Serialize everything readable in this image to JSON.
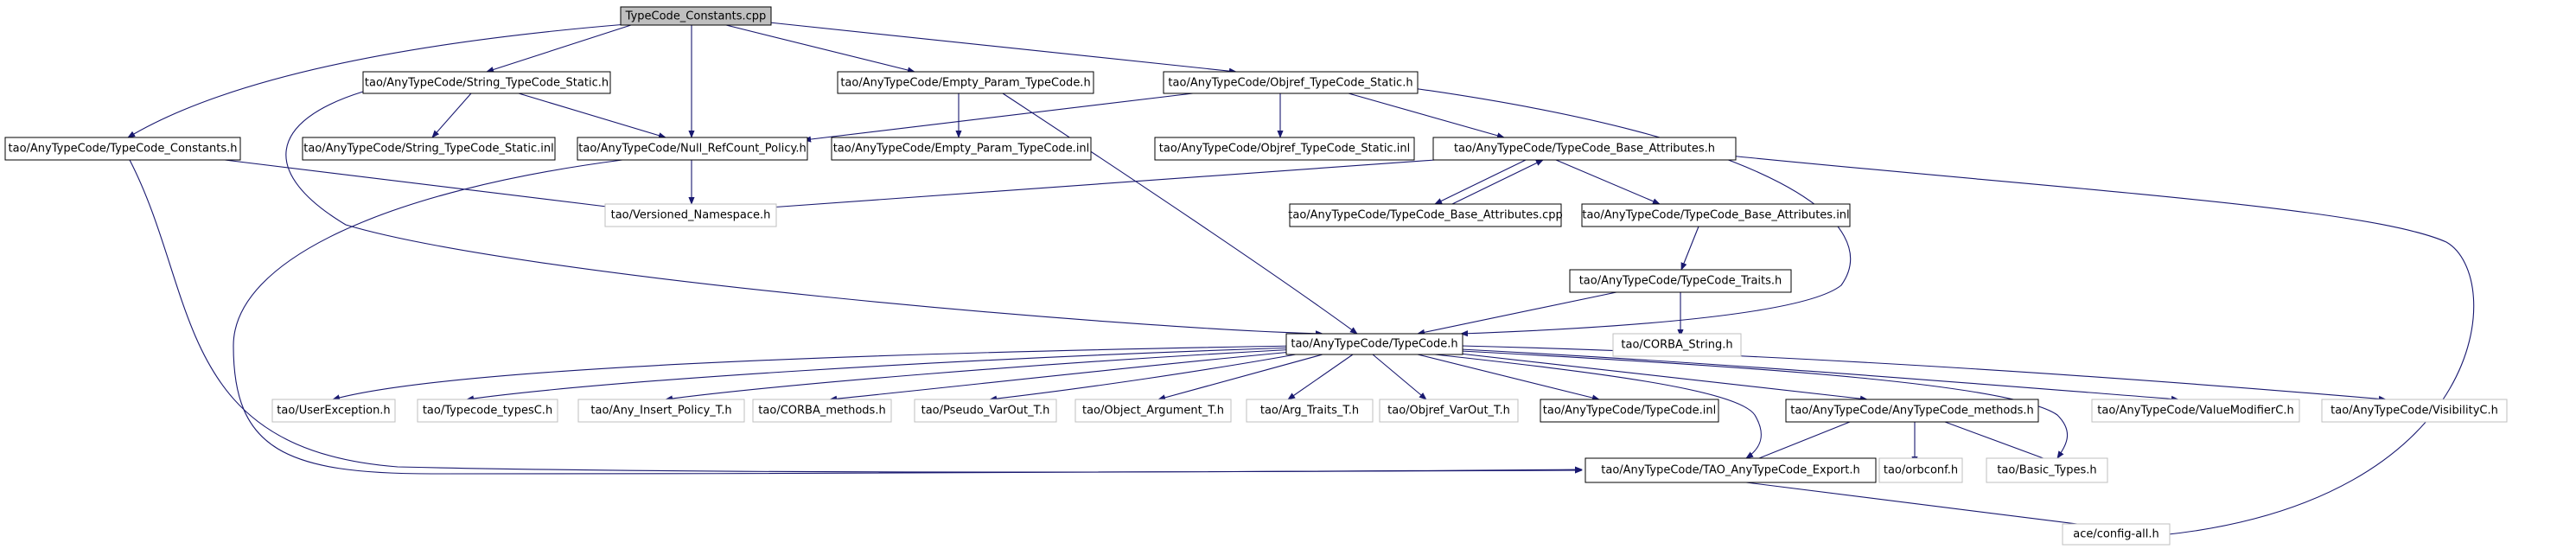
{
  "colors": {
    "edge": "#191970",
    "root_fill": "#bfbfbf",
    "box_border": "#000000",
    "faint_border": "#bfbfbf"
  },
  "nodes": {
    "n0": "TypeCode_Constants.cpp",
    "n1": "tao/AnyTypeCode/String_TypeCode_Static.h",
    "n2": "tao/AnyTypeCode/Empty_Param_TypeCode.h",
    "n3": "tao/AnyTypeCode/Objref_TypeCode_Static.h",
    "n4": "tao/AnyTypeCode/TypeCode_Constants.h",
    "n5": "tao/AnyTypeCode/Null_RefCount_Policy.h",
    "n6": "tao/AnyTypeCode/String_TypeCode_Static.inl",
    "n7": "tao/AnyTypeCode/Empty_Param_TypeCode.inl",
    "n8": "tao/AnyTypeCode/Objref_TypeCode_Static.inl",
    "n9": "tao/AnyTypeCode/TypeCode_Base_Attributes.h",
    "n10": "tao/Versioned_Namespace.h",
    "n11": "tao/AnyTypeCode/TypeCode_Base_Attributes.cpp",
    "n12": "tao/AnyTypeCode/TypeCode_Base_Attributes.inl",
    "n13": "tao/AnyTypeCode/TypeCode_Traits.h",
    "n14": "tao/AnyTypeCode/TypeCode.h",
    "n15": "tao/CORBA_String.h",
    "n16": "tao/UserException.h",
    "n17": "tao/Typecode_typesC.h",
    "n18": "tao/Any_Insert_Policy_T.h",
    "n19": "tao/CORBA_methods.h",
    "n20": "tao/Pseudo_VarOut_T.h",
    "n21": "tao/Object_Argument_T.h",
    "n22": "tao/Arg_Traits_T.h",
    "n23": "tao/Objref_VarOut_T.h",
    "n24": "tao/AnyTypeCode/TypeCode.inl",
    "n25": "tao/AnyTypeCode/AnyTypeCode_methods.h",
    "n26": "tao/AnyTypeCode/ValueModifierC.h",
    "n27": "tao/AnyTypeCode/VisibilityC.h",
    "n28": "tao/AnyTypeCode/TAO_AnyTypeCode_Export.h",
    "n29": "tao/orbconf.h",
    "n30": "tao/Basic_Types.h",
    "n31": "ace/config-all.h"
  }
}
